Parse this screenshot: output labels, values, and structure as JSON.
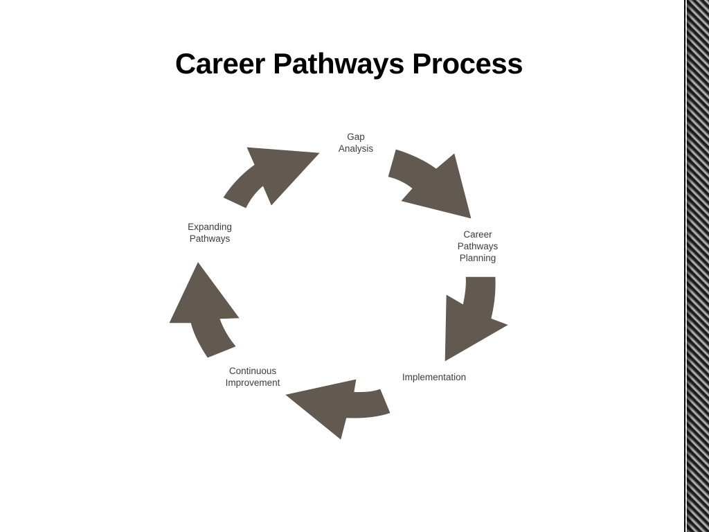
{
  "slide": {
    "title": "Career Pathways Process"
  },
  "cycle": {
    "stages": [
      {
        "id": "gap-analysis",
        "label": "Gap\nAnalysis"
      },
      {
        "id": "career-pathways-planning",
        "label": "Career\nPathways\nPlanning"
      },
      {
        "id": "implementation",
        "label": "Implementation"
      },
      {
        "id": "continuous-improvement",
        "label": "Continuous\nImprovement"
      },
      {
        "id": "expanding-pathways",
        "label": "Expanding\nPathways"
      }
    ],
    "arrow_color": "#625950",
    "label_color": "#3b3b3b"
  }
}
